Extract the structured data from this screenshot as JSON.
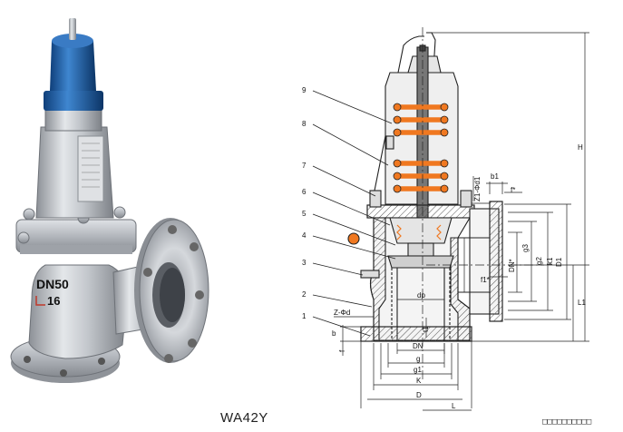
{
  "model": "WA42Y",
  "footer_text": "□□□□□□□□□□",
  "photo": {
    "body_marking_line1": "DN50",
    "body_marking_line2": "16"
  },
  "part_numbers": [
    "9",
    "8",
    "7",
    "6",
    "5",
    "4",
    "3",
    "2",
    "1"
  ],
  "dimension_labels": {
    "H": "H",
    "L1": "L1",
    "D1": "D1",
    "k1": "k1",
    "g2": "g2",
    "g3": "g3",
    "DN_out": "DN*",
    "f1": "f1*",
    "b1": "b1",
    "f_top": "f*",
    "z1d1": "Z1-Φd1",
    "zd": "Z-Φd",
    "b": "b",
    "f": "f",
    "dp": "dp",
    "t1": "t1",
    "DN": "DN",
    "g": "g",
    "g1": "g1",
    "K": "K",
    "D": "D",
    "L": "L"
  },
  "colors": {
    "cap_blue": "#1f5fa8",
    "spring_orange": "#f07820",
    "body_steel": "#b8bcc2",
    "line": "#222222"
  }
}
